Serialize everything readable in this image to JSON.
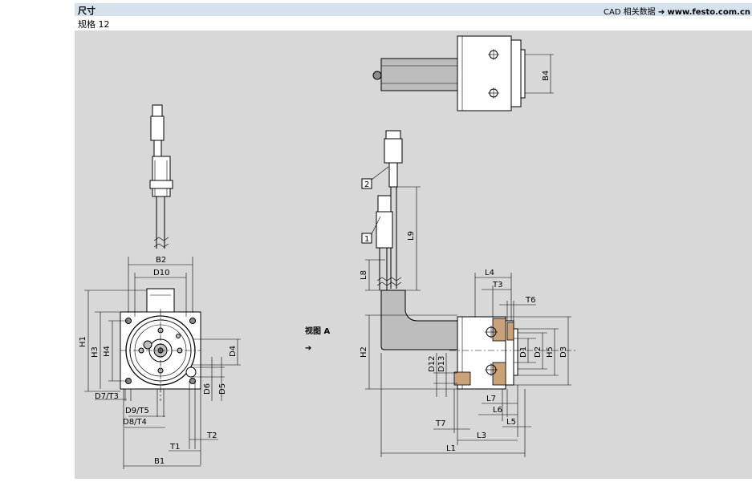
{
  "header": {
    "title": "尺寸",
    "cad_text": "CAD 相关数据",
    "arrow": "➔",
    "url": "www.festo.com.cn"
  },
  "subheader": {
    "subtitle": "规格 12"
  },
  "view": {
    "label": "视图 A",
    "arrow": "➔"
  },
  "labels": {
    "B2": "B2",
    "D10": "D10",
    "H1": "H1",
    "H3": "H3",
    "H4": "H4",
    "D4": "D4",
    "D6": "D6",
    "D5": "D5",
    "D7T3": "D7/T3",
    "D9T5": "D9/T5",
    "D8T4": "D8/T4",
    "T1": "T1",
    "T2": "T2",
    "B1": "B1",
    "B4": "B4",
    "L9": "L9",
    "L8": "L8",
    "callout2": "2",
    "callout1": "1",
    "L4": "L4",
    "T3": "T3",
    "T6": "T6",
    "H2": "H2",
    "D12": "D12",
    "D13": "D13",
    "D1": "D1",
    "D2": "D2",
    "H5": "H5",
    "D3": "D3",
    "L7": "L7",
    "L6": "L6",
    "T7": "T7",
    "L5": "L5",
    "L3": "L3",
    "L1": "L1"
  }
}
